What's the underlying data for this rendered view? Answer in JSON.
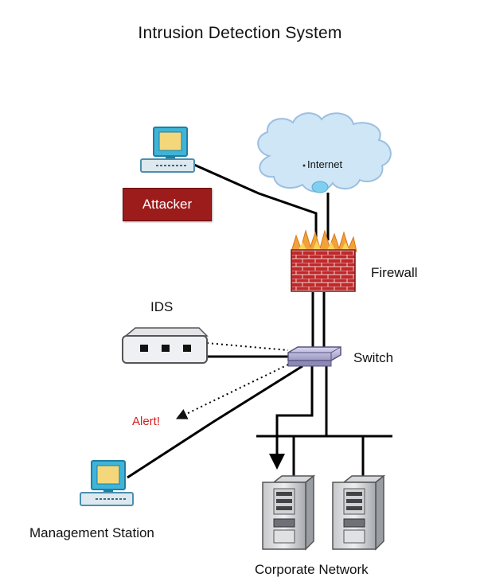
{
  "title": "Intrusion Detection System",
  "nodes": {
    "internet": "Internet",
    "firewall": "Firewall",
    "ids": "IDS",
    "switch": "Switch",
    "attacker": "Attacker",
    "alert": "Alert!",
    "management_station": "Management Station",
    "corporate_network": "Corporate Network"
  },
  "icons": [
    "cloud-icon",
    "firewall-icon",
    "computer-icon",
    "ids-device-icon",
    "switch-icon",
    "server-icon"
  ],
  "colors": {
    "attacker_badge": "#9c1c1c",
    "alert_text": "#d61c1c",
    "cloud": "#cfe6f7",
    "firewall_brick": "#c0282a",
    "link": "#000000"
  }
}
